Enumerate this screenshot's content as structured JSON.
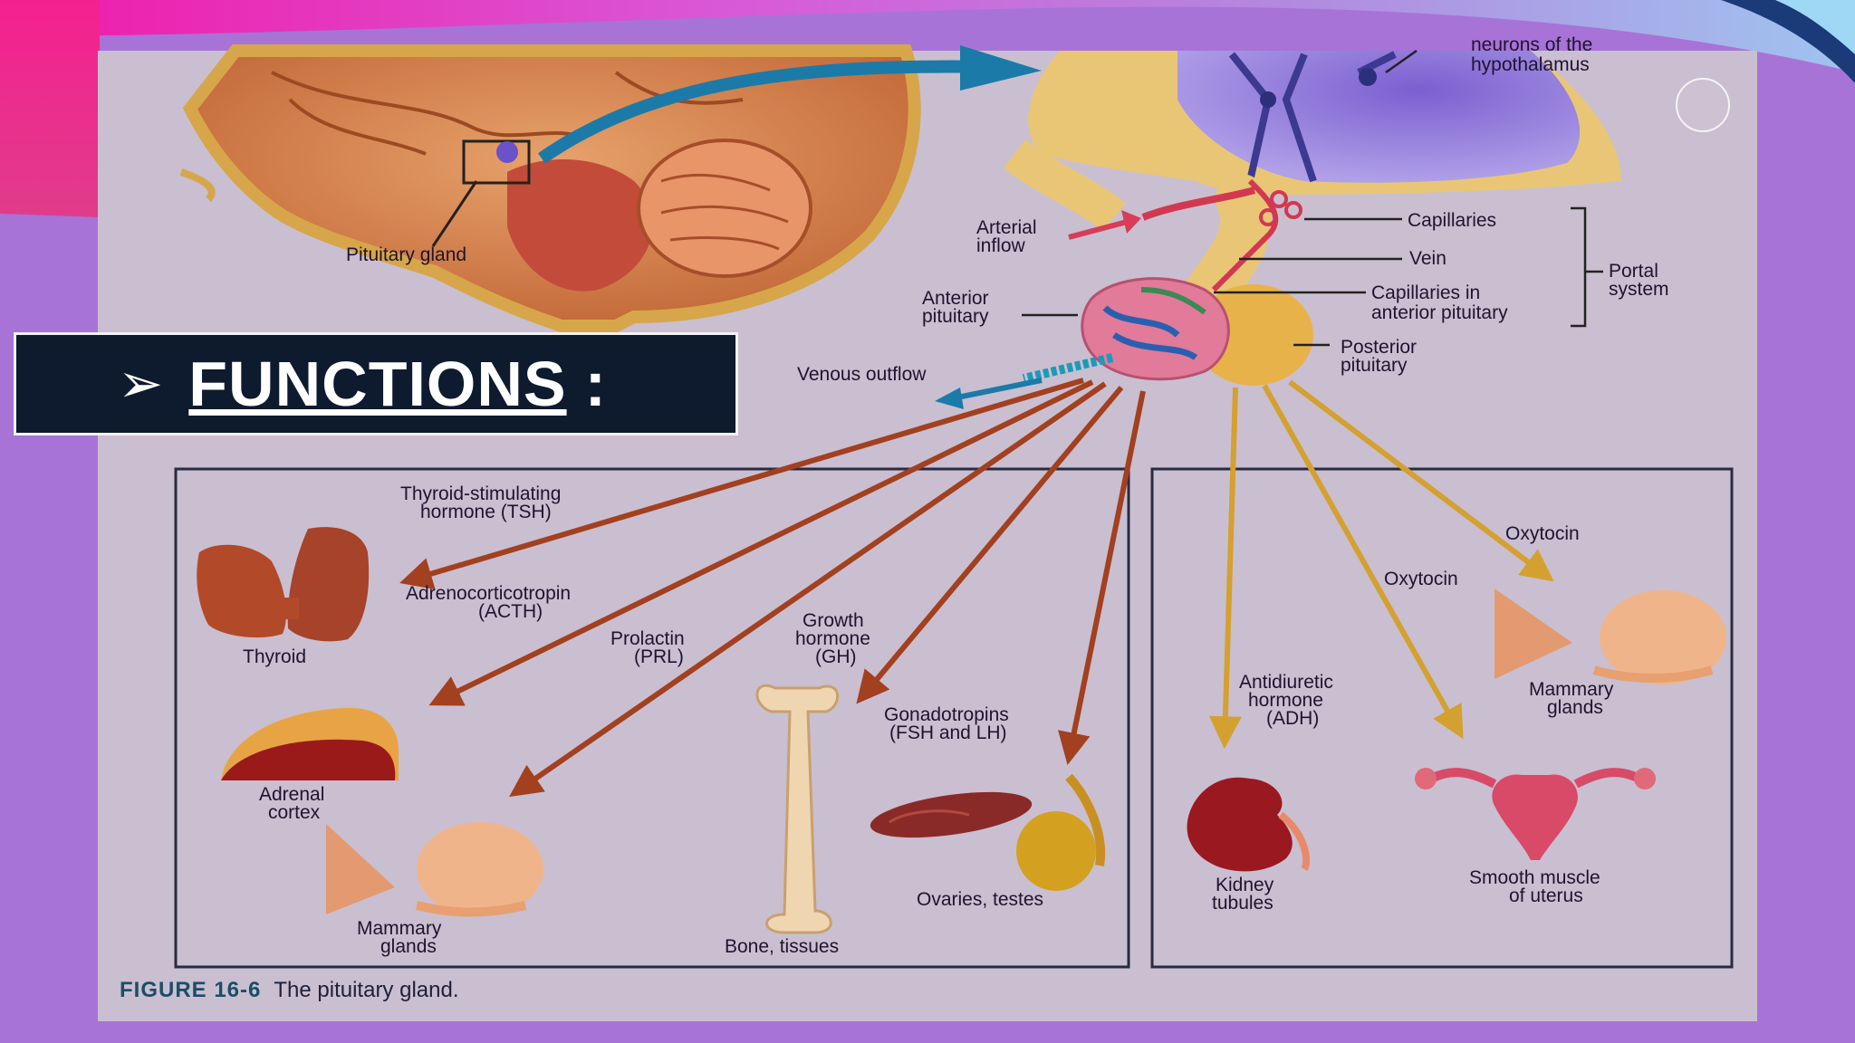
{
  "slide": {
    "heading": "FUNCTIONS",
    "heading_bullet": "➢",
    "heading_colon": ":"
  },
  "figure": {
    "caption_number": "FIGURE 16-6",
    "caption_text": "The pituitary gland.",
    "labels": {
      "hypothalamus_top": "neurons of the",
      "hypothalamus": "hypothalamus",
      "pituitary_gland": "Pituitary gland",
      "arterial_1": "Arterial",
      "arterial_2": "inflow",
      "capillaries": "Capillaries",
      "vein": "Vein",
      "capillaries_ap_1": "Capillaries in",
      "capillaries_ap_2": "anterior pituitary",
      "portal_1": "Portal",
      "portal_2": "system",
      "anterior_1": "Anterior",
      "anterior_2": "pituitary",
      "posterior_1": "Posterior",
      "posterior_2": "pituitary",
      "venous_outflow": "Venous outflow",
      "tsh_1": "Thyroid-stimulating",
      "tsh_2": "hormone (TSH)",
      "acth_1": "Adrenocorticotropin",
      "acth_2": "(ACTH)",
      "prl_1": "Prolactin",
      "prl_2": "(PRL)",
      "gh_1": "Growth",
      "gh_2": "hormone",
      "gh_3": "(GH)",
      "gonado_1": "Gonadotropins",
      "gonado_2": "(FSH and LH)",
      "thyroid": "Thyroid",
      "adrenal_1": "Adrenal",
      "adrenal_2": "cortex",
      "mammary_1": "Mammary",
      "mammary_2": "glands",
      "bone": "Bone, tissues",
      "ovaries": "Ovaries, testes",
      "adh_1": "Antidiuretic",
      "adh_2": "hormone",
      "adh_3": "(ADH)",
      "oxytocin_a": "Oxytocin",
      "oxytocin_b": "Oxytocin",
      "mammary_r_1": "Mammary",
      "mammary_r_2": "glands",
      "kidney_1": "Kidney",
      "kidney_2": "tubules",
      "uterus_1": "Smooth muscle",
      "uterus_2": "of uterus"
    }
  },
  "colors": {
    "background": "#a773d6",
    "figure_bg": "#c9bfd0",
    "banner_bg": "#0e1a2e",
    "anterior_arrow": "#a2401f",
    "posterior_arrow": "#d4a030",
    "blue_arrow": "#1c7aa8",
    "pink_arrow": "#d83c58"
  }
}
